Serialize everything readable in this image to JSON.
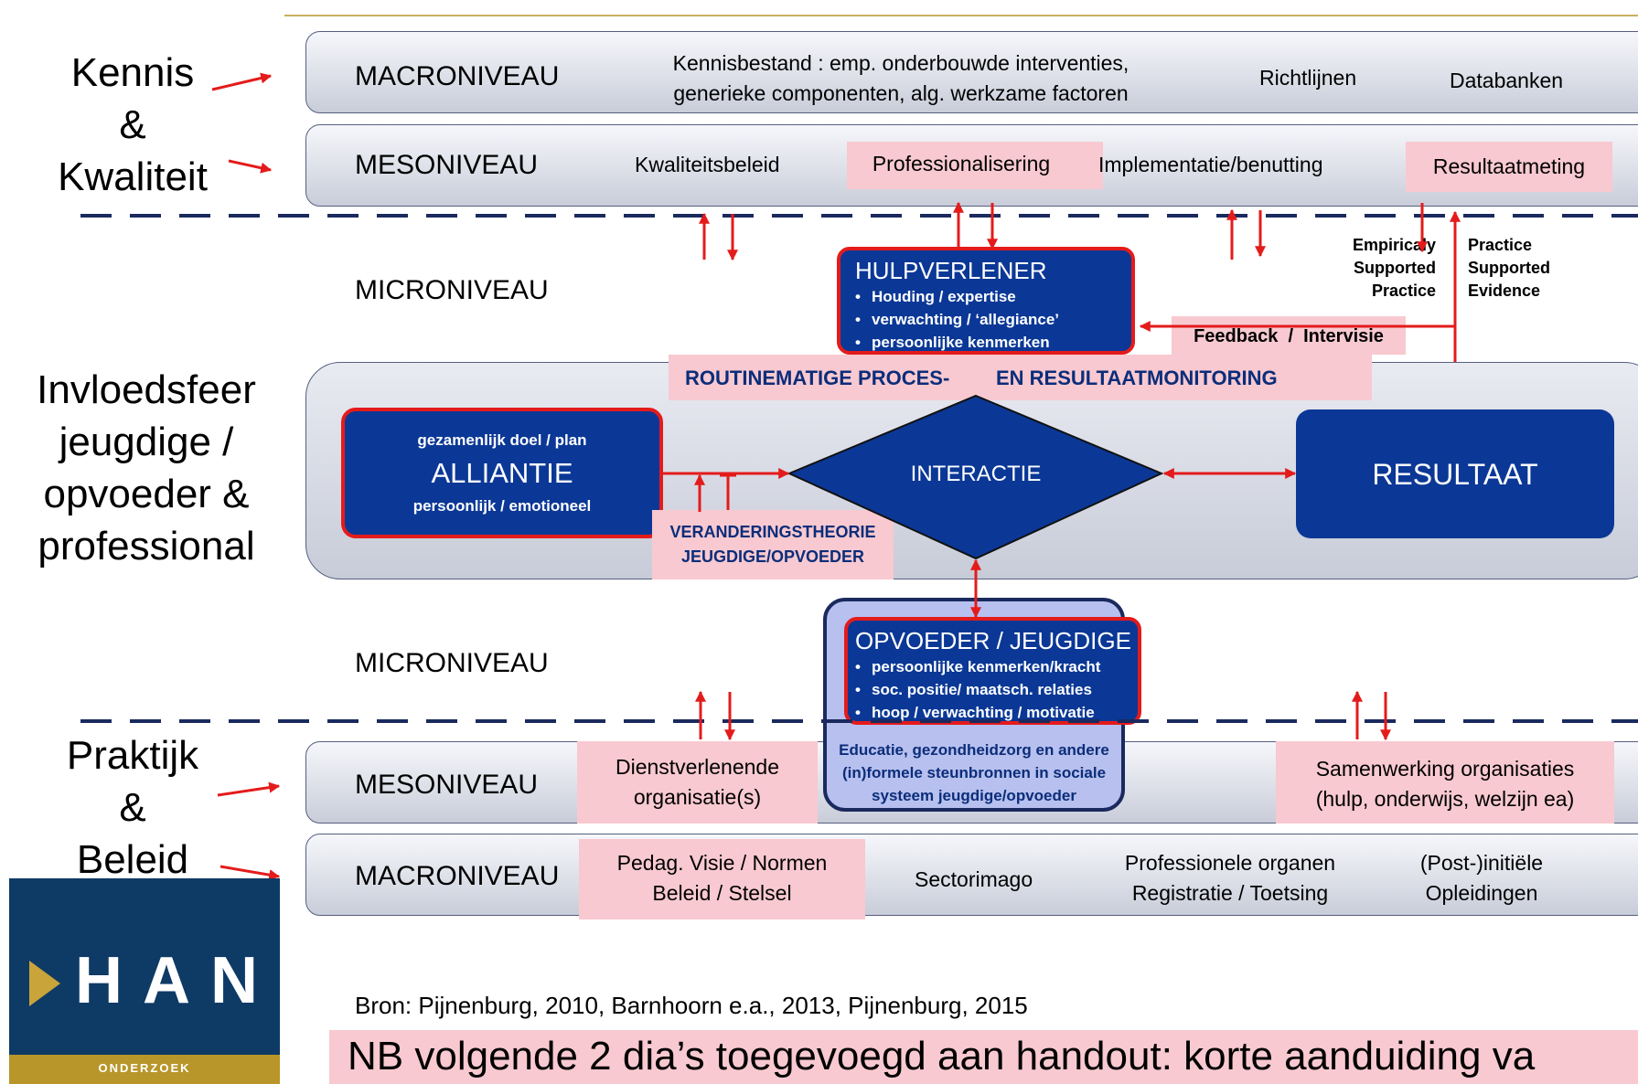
{
  "side_labels": {
    "kennis": "Kennis",
    "amp1": "&",
    "kwaliteit": "Kwaliteit",
    "invloedsfeer": [
      "Invloedsfeer",
      "jeugdige /",
      "opvoeder &",
      "professional"
    ],
    "praktijk": "Praktijk",
    "amp2": "&",
    "beleid": "Beleid"
  },
  "macro_top": {
    "label": "MACRONIVEAU",
    "kennis_line1": "Kennisbestand : emp. onderbouwde interventies,",
    "kennis_line2": "generieke componenten, alg. werkzame factoren",
    "richtlijnen": "Richtlijnen",
    "databanken": "Databanken"
  },
  "meso_top": {
    "label": "MESONIVEAU",
    "kwaliteitsbeleid": "Kwaliteitsbeleid",
    "professionalisering": "Professionalisering",
    "implementatie": "Implementatie/benutting",
    "resultaatmeting": "Resultaatmeting"
  },
  "micro_top": {
    "label": "MICRONIVEAU",
    "empiricaly": [
      "Empiricaly",
      "Supported",
      "Practice"
    ],
    "practice": [
      "Practice",
      "Supported",
      "Evidence"
    ],
    "feedback": "Feedback  /  Intervisie"
  },
  "hulpverlener": {
    "title": "HULPVERLENER",
    "items": [
      "Houding / expertise",
      "verwachting / ‘allegiance’",
      "persoonlijke kenmerken"
    ]
  },
  "monitoring": {
    "part1": "ROUTINEMATIGE PROCES-",
    "part2": "EN RESULTAATMONITORING"
  },
  "alliantie": {
    "top": "gezamenlijk doel / plan",
    "title": "ALLIANTIE",
    "bottom": "persoonlijk / emotioneel"
  },
  "interactie": "INTERACTIE",
  "resultaat": "RESULTAAT",
  "verandering": [
    "VERANDERINGSTHEORIE",
    "JEUGDIGE/OPVOEDER"
  ],
  "micro_bottom": {
    "label": "MICRONIVEAU"
  },
  "opvoeder": {
    "title": "OPVOEDER / JEUGDIGE",
    "items": [
      "persoonlijke kenmerken/kracht",
      "soc. positie/ maatsch. relaties",
      "hoop / verwachting / motivatie"
    ],
    "steun": [
      "Educatie, gezondheidzorg en andere",
      "(in)formele steunbronnen in sociale",
      "systeem jeugdige/opvoeder"
    ]
  },
  "meso_bottom": {
    "label": "MESONIVEAU",
    "dienst": [
      "Dienstverlenende",
      "organisatie(s)"
    ],
    "samenwerking": [
      "Samenwerking organisaties",
      "(hulp, onderwijs, welzijn ea)"
    ]
  },
  "macro_bottom": {
    "label": "MACRONIVEAU",
    "pedag": [
      "Pedag. Visie / Normen",
      "Beleid / Stelsel"
    ],
    "sectorimago": "Sectorimago",
    "organen": [
      "Professionele organen",
      "Registratie / Toetsing"
    ],
    "opleidingen": [
      "(Post-)initiële",
      "Opleidingen"
    ]
  },
  "logo": {
    "name": "HAN",
    "sub": "ONDERZOEK"
  },
  "bron": "Bron: Pijnenburg, 2010, Barnhoorn e.a., 2013, Pijnenburg, 2015",
  "nb": "NB volgende 2 dia’s toegevoegd aan handout: korte aanduiding va",
  "colors": {
    "navy": "#0b3896",
    "red": "#e41b1b",
    "pink": "#f8c9d0",
    "gold": "#b8962a",
    "logo_bg": "#0e3a66"
  }
}
